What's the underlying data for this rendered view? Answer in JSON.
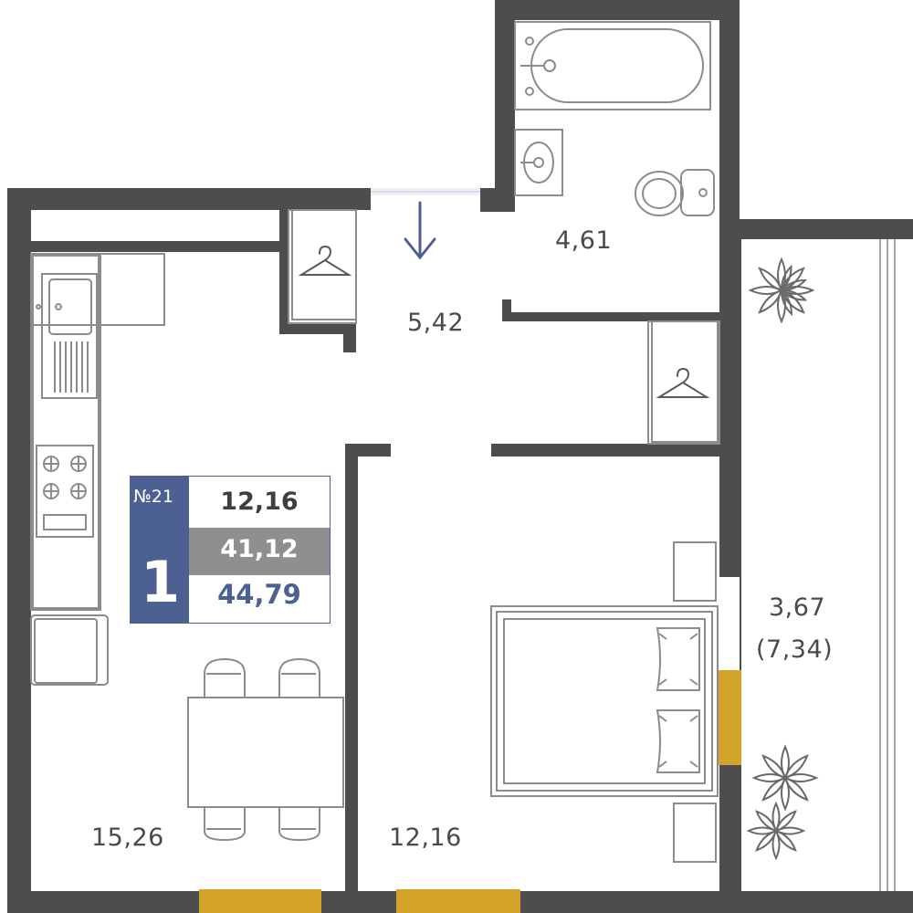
{
  "apartment": {
    "number_label": "№21",
    "rooms": "1",
    "living_area": "12,16",
    "total_area": "41,12",
    "overall_area": "44,79"
  },
  "rooms": {
    "bathroom": "4,61",
    "hallway": "5,42",
    "kitchen": "15,26",
    "bedroom": "12,16",
    "balcony": "3,67",
    "balcony_full": "(7,34)"
  },
  "colors": {
    "wall": "#4d4d4d",
    "window": "#d4a32a",
    "badge_blue": "#4c6192",
    "badge_gray": "#8f8f8f",
    "furniture_line": "#8c8c8c",
    "door_arrow": "#4c6192"
  },
  "icons": [
    "hanger-icon",
    "door-arrow-icon",
    "plant-icon",
    "bathtub-icon",
    "toilet-icon",
    "sink-icon",
    "stove-icon",
    "bed-icon",
    "dining-table-icon"
  ]
}
